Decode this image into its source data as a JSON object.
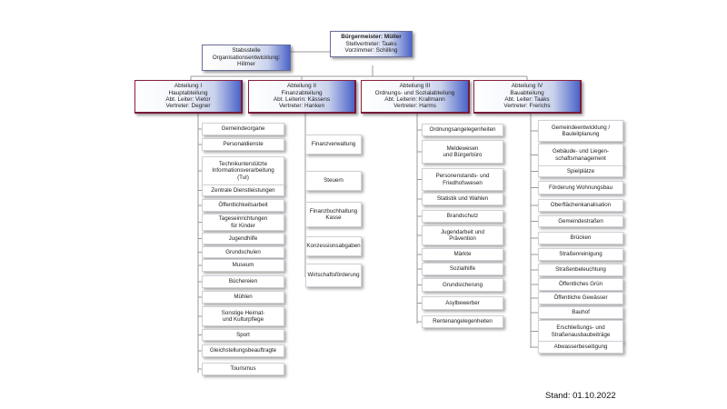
{
  "mayor": {
    "lines": [
      "Bürgermeister: Müller",
      "Stellvertreter: Taaks",
      "Vorzimmer: Schilling"
    ]
  },
  "staff": {
    "lines": [
      "Stabsstelle",
      "Organisationsentwicklung:",
      "Hillmer"
    ]
  },
  "departments": [
    {
      "lines": [
        "Abteilung I",
        "Hauptabteilung",
        "Abt. Leiter: Vietor",
        "Vertreter: Degner"
      ],
      "units": [
        [
          "Gemeindeorgane"
        ],
        [
          "Personaldienste"
        ],
        [
          "Technikunterstützte",
          "Informationsverarbeitung",
          "(TuI)"
        ],
        [
          "Zentrale Dienstleistungen"
        ],
        [
          "Öffentlichkeitsarbeit"
        ],
        [
          "Tageseinrichtungen",
          "für Kinder"
        ],
        [
          "Jugendhilfe"
        ],
        [
          "Grundschulen"
        ],
        [
          "Museum"
        ],
        [
          "Büchereien"
        ],
        [
          "Mühlen"
        ],
        [
          "Sonstige Heimat-",
          "und Kulturpflege"
        ],
        [
          "Sport"
        ],
        [
          "Gleichstellungsbeauftragte"
        ],
        [
          "Tourismus"
        ]
      ]
    },
    {
      "lines": [
        "Abteilung II",
        "Finanzabteilung",
        "Abt. Leiterin: Kässens",
        "Vertreter: Hanken"
      ],
      "units": [
        [
          "Finanzverwaltung"
        ],
        [
          "Steuern"
        ],
        [
          "Finanzbuchhaltung",
          "Kasse"
        ],
        [
          "Konzessionsabgaben"
        ],
        [
          "Wirtschaftsförderung"
        ]
      ]
    },
    {
      "lines": [
        "Abteilung III",
        "Ordnungs- und Sozialabteilung",
        "Abt. Leiterin: Krallmann",
        "Vertreter: Harms"
      ],
      "units": [
        [
          "Ordnungsangelegenheiten"
        ],
        [
          "Meldewesen",
          "und Bürgerbüro"
        ],
        [
          "Personenstands- und",
          "Friedhofswesen"
        ],
        [
          "Statistik und Wahlen"
        ],
        [
          "Brandschutz"
        ],
        [
          "Jugendarbeit und",
          "Prävention"
        ],
        [
          "Märkte"
        ],
        [
          "Sozialhilfe"
        ],
        [
          "Grundsicherung"
        ],
        [
          "Asylbewerber"
        ],
        [
          "Rentenangelegenheiten"
        ]
      ]
    },
    {
      "lines": [
        "Abteilung IV",
        "Bauabteilung",
        "Abt. Leiter: Taaks",
        "Vertreter: Frerichs"
      ],
      "units": [
        [
          "Gemeindeentwicklung /",
          "Bauleitplanung"
        ],
        [
          "Gebäude- und Liegen-",
          "schaftsmanagement"
        ],
        [
          "Spielplätze"
        ],
        [
          "Förderung Wohnungsbau"
        ],
        [
          "Oberflächenkanalisation"
        ],
        [
          "Gemeindestraßen"
        ],
        [
          "Brücken"
        ],
        [
          "Straßenreinigung"
        ],
        [
          "Straßenbeleuchtung"
        ],
        [
          "Öffentliches Grün"
        ],
        [
          "Öffentliche Gewässer"
        ],
        [
          "Bauhof"
        ],
        [
          "Erschließungs- und",
          "Straßenausbaubeiträge"
        ],
        [
          "Abwasserbeseitigung"
        ]
      ]
    }
  ],
  "stand": "Stand: 01.10.2022"
}
